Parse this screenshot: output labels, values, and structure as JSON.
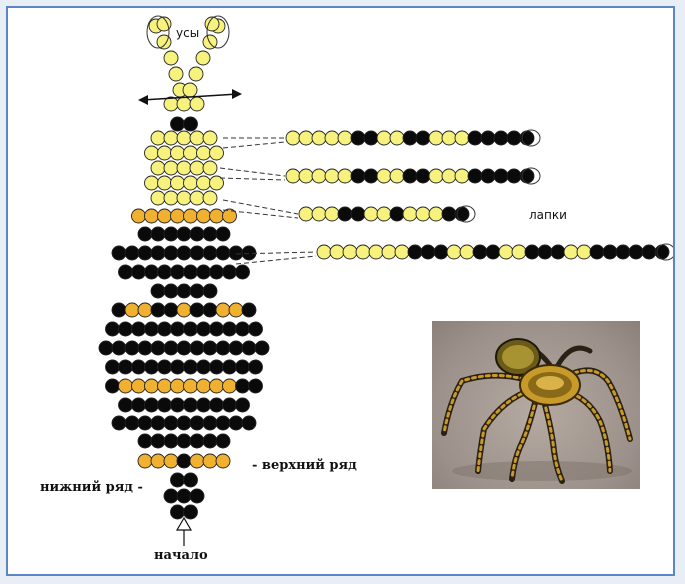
{
  "labels": {
    "antennae": "усы",
    "legs": "лапки",
    "upper_row": "- верхний ряд",
    "lower_row": "нижний ряд -",
    "start": "начало"
  },
  "colors": {
    "light_bead": "#f7f27e",
    "gold_bead": "#f0b030",
    "black_bead": "#0a0a0a",
    "frame": "#5b86c6"
  },
  "legs": [
    {
      "beads": "LLLLLBBLLBBLLLBBBBB"
    },
    {
      "beads": "LLLLLBBLLBBLLLBBBBB"
    },
    {
      "beads": "LLLBBLLBLLLBB"
    },
    {
      "beads": "LLLLLLLBBBLLBBLLBBBLLBBBBBB"
    }
  ],
  "photo": {
    "icon": "beaded-spider-photo"
  }
}
